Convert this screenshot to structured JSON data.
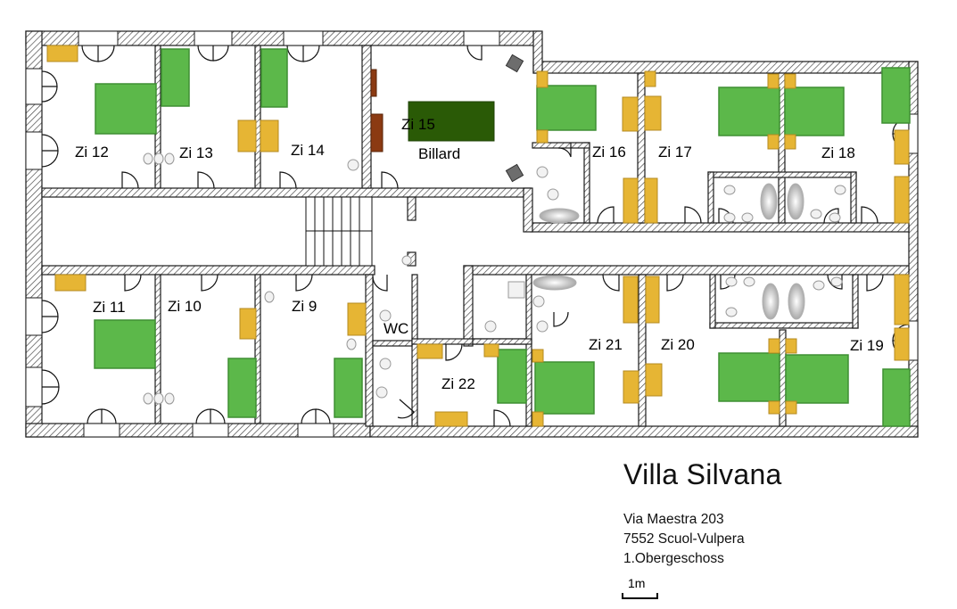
{
  "plan": {
    "title": "Villa Silvana",
    "address_line1": "Via Maestra 203",
    "address_line2": "7552 Scuol-Vulpera",
    "floor": "1.Obergeschoss",
    "scale_label": "1m"
  },
  "rooms": [
    {
      "id": "zi12",
      "label": "Zi 12"
    },
    {
      "id": "zi13",
      "label": "Zi 13"
    },
    {
      "id": "zi14",
      "label": "Zi 14"
    },
    {
      "id": "zi15",
      "label": "Zi 15"
    },
    {
      "id": "billard",
      "label": "Billard"
    },
    {
      "id": "zi16",
      "label": "Zi 16"
    },
    {
      "id": "zi17",
      "label": "Zi 17"
    },
    {
      "id": "zi18",
      "label": "Zi 18"
    },
    {
      "id": "zi11",
      "label": "Zi 11"
    },
    {
      "id": "zi10",
      "label": "Zi 10"
    },
    {
      "id": "zi9",
      "label": "Zi 9"
    },
    {
      "id": "wc",
      "label": "WC"
    },
    {
      "id": "zi22",
      "label": "Zi 22"
    },
    {
      "id": "zi21",
      "label": "Zi 21"
    },
    {
      "id": "zi20",
      "label": "Zi 20"
    },
    {
      "id": "zi19",
      "label": "Zi 19"
    }
  ],
  "colors": {
    "wall": "#222222",
    "hatch": "#555555",
    "bed": "#5cb84a",
    "billiard_table": "#2a5a06",
    "desk": "#e6b534",
    "piano": "#8b3a12",
    "fixture": "#bdbdbd"
  }
}
